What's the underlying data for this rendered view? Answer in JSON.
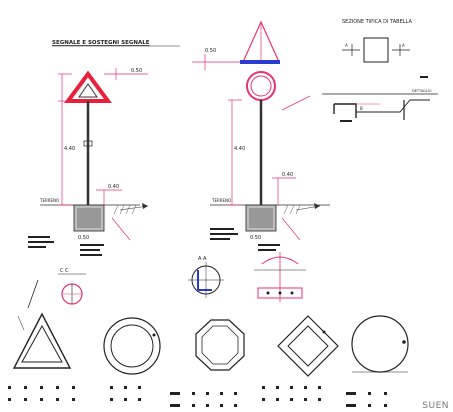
{
  "drawing": {
    "title_left": "SEGNALE E SOSTEGNI SEGNALE",
    "title_right": "SEZIONE TIPICA DI TABELLA",
    "corner_mark": "SUEN",
    "left_dims": {
      "top": "0.50",
      "mid": "4.40",
      "base": "0.40",
      "footing": "0.50",
      "ground": "TERRENO"
    },
    "right_dims": {
      "top": "0.50",
      "mid": "4.40",
      "base": "0.40",
      "footing": "0.50",
      "ground": "TERRENO"
    },
    "section_ticks": {
      "left": "A",
      "right": "A",
      "side": "B",
      "detail_label": "DETTAGLIO"
    },
    "detail_labels": {
      "cc": "C   C",
      "aa": "A   A"
    },
    "shapes": [
      "triangle",
      "circle",
      "octagon",
      "diamond",
      "large-circle"
    ]
  }
}
